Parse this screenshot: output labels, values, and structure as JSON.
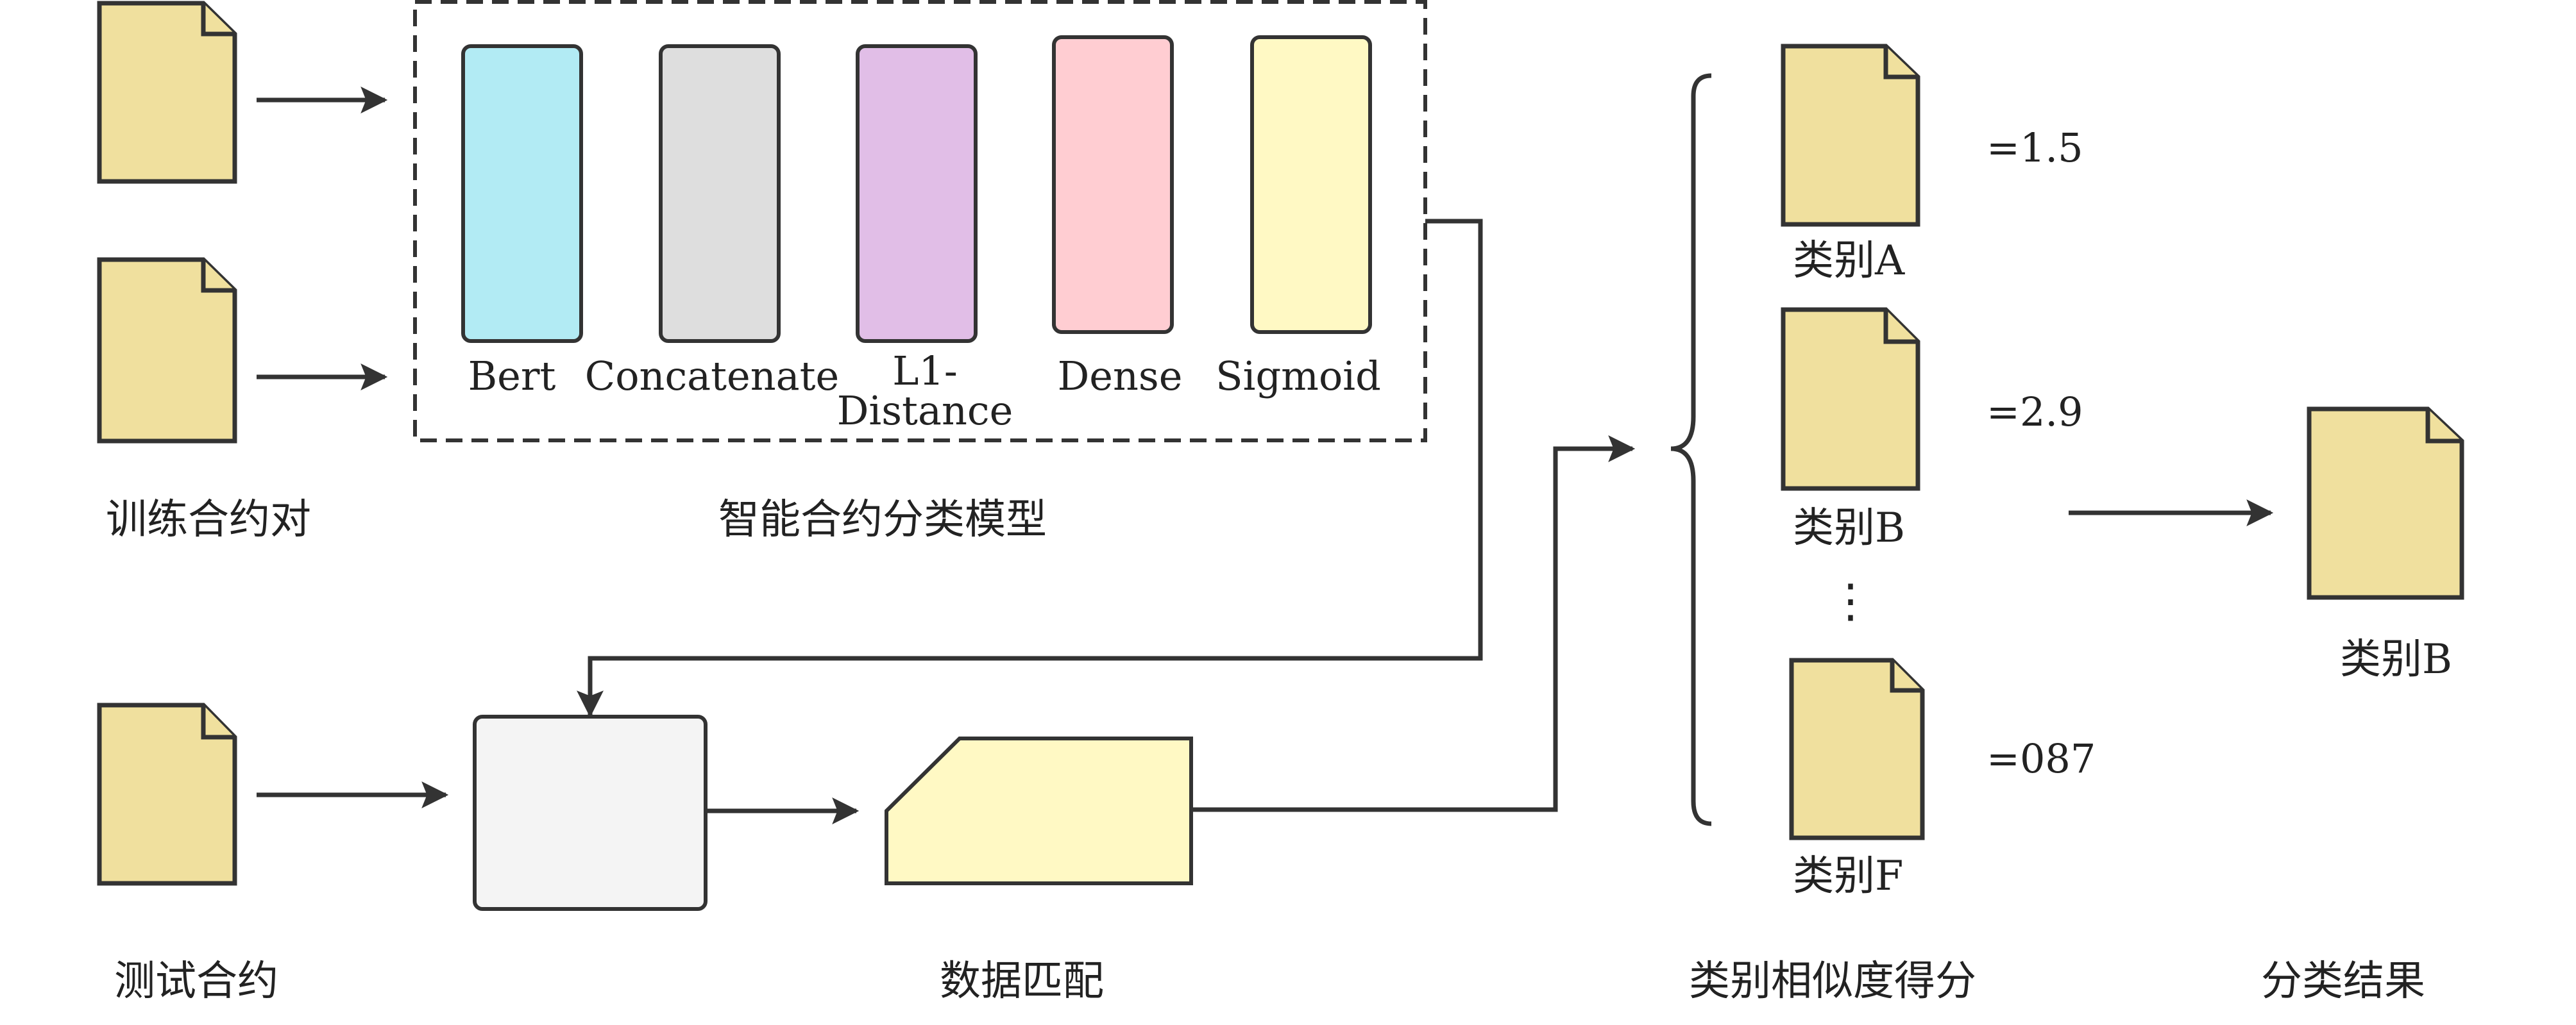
{
  "section_labels": {
    "training_pairs": "训练合约对",
    "model": "智能合约分类模型",
    "test_contract": "测试合约",
    "data_matching": "数据匹配",
    "similarity_scores": "类别相似度得分",
    "result": "分类结果"
  },
  "layers": [
    {
      "label": "Bert",
      "color": "#b2ebf4"
    },
    {
      "label": "Concatenate",
      "color": "#dedede"
    },
    {
      "label_lines": [
        "L1-",
        "Distance"
      ],
      "color": "#e1bee7"
    },
    {
      "label": "Dense",
      "color": "#ffcdd2"
    },
    {
      "label": "Sigmoid",
      "color": "#fff9c4"
    }
  ],
  "categories": [
    {
      "label": "类别A",
      "score": "=1.5"
    },
    {
      "label": "类别B",
      "score": "=2.9"
    },
    {
      "label": "类别F",
      "score": "=087"
    }
  ],
  "ellipsis": "⋮",
  "result_label": "类别B",
  "colors": {
    "document": "#f0e09e",
    "matcher_box": "#f4f4f4",
    "data_shape": "#fff9c4",
    "stroke": "#333333"
  }
}
